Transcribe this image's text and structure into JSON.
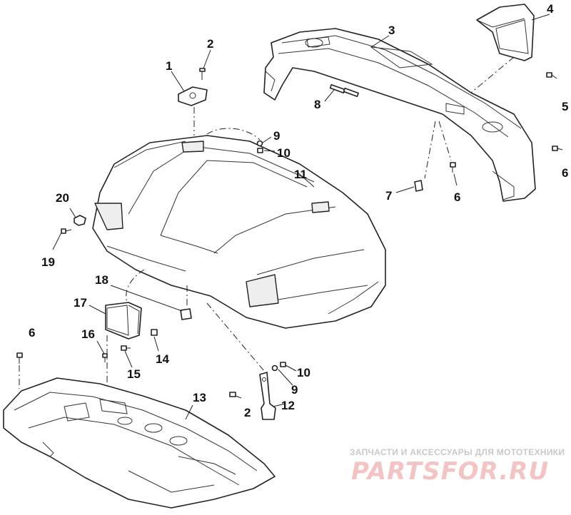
{
  "callouts": {
    "c1": "1",
    "c2a": "2",
    "c2b": "2",
    "c3": "3",
    "c4": "4",
    "c5": "5",
    "c6a": "6",
    "c6b": "6",
    "c6c": "6",
    "c7": "7",
    "c8": "8",
    "c9a": "9",
    "c9b": "9",
    "c10a": "10",
    "c10b": "10",
    "c11": "11",
    "c12": "12",
    "c13": "13",
    "c14": "14",
    "c15": "15",
    "c16": "16",
    "c17": "17",
    "c18": "18",
    "c19": "19",
    "c20": "20"
  },
  "watermark": {
    "caption": "ЗАПЧАСТИ И АКСЕССУАРЫ ДЛЯ МОТОТЕХНИКИ",
    "brand": "PARTSFOR.RU"
  },
  "colors": {
    "line": "#222222",
    "watermark_caption": "#c9c9c9",
    "watermark_brand": "#f2c4c4"
  }
}
